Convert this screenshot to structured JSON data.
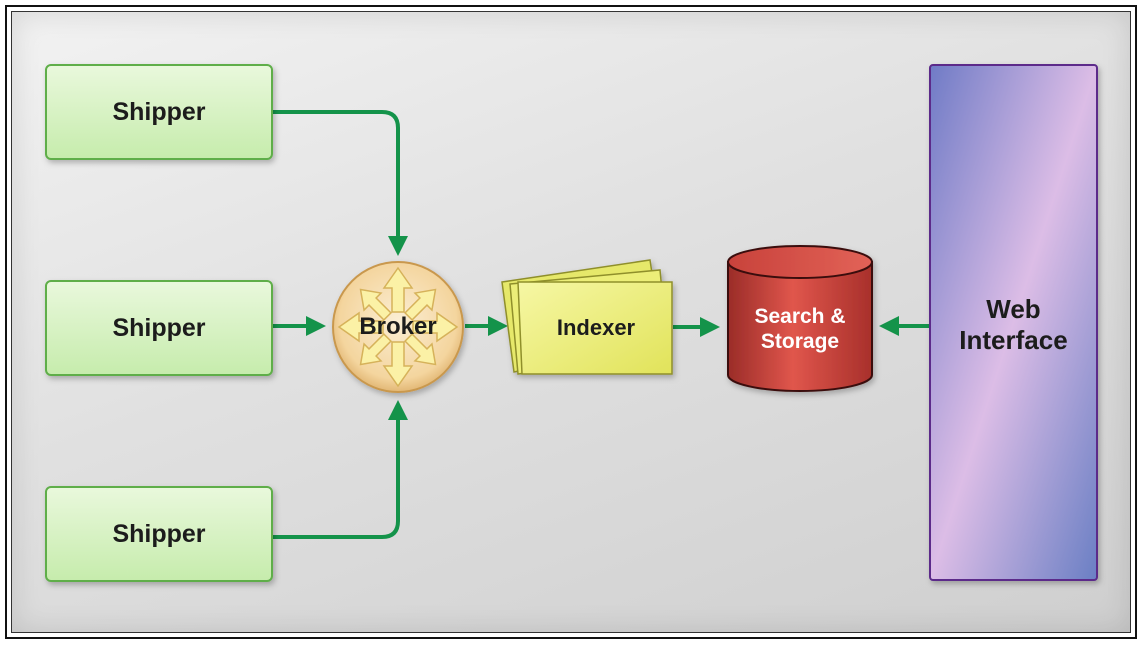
{
  "nodes": {
    "shippers": [
      {
        "label": "Shipper"
      },
      {
        "label": "Shipper"
      },
      {
        "label": "Shipper"
      }
    ],
    "broker": {
      "label": "Broker"
    },
    "indexer": {
      "label": "Indexer"
    },
    "storage": {
      "label": "Search &\nStorage"
    },
    "web": {
      "label": "Web\nInterface"
    }
  },
  "colors": {
    "arrow": "#14934a",
    "shipper_fill": "#d4f2bf",
    "shipper_border": "#5fae4a",
    "broker_fill": "#f6ddb0",
    "broker_arrows": "#fbf1a6",
    "indexer_fill": "#eef07a",
    "storage_fill": "#c8413b",
    "web_fill_start": "#7f86cc",
    "web_fill_mid": "#e0c0e8",
    "web_border": "#5b2a8a"
  }
}
